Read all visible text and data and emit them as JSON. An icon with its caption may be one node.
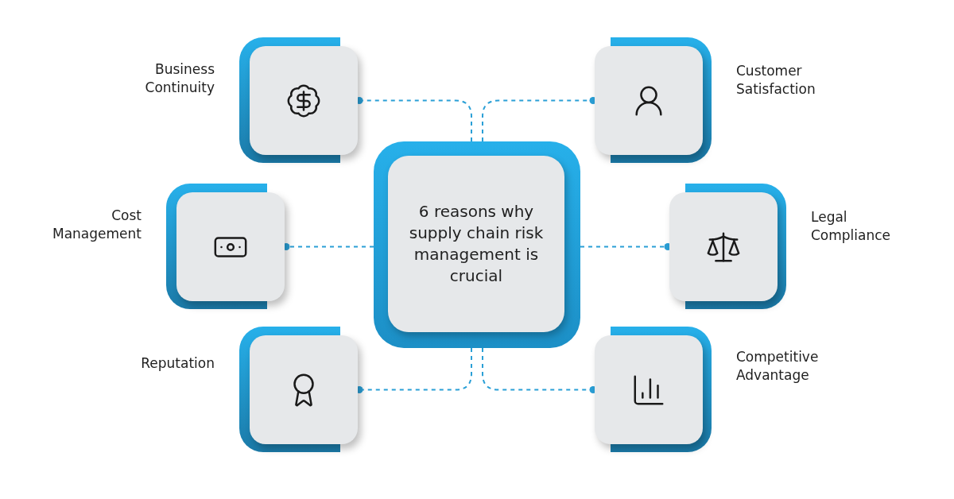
{
  "diagram": {
    "nodes": [
      {
        "text": [
          "6 reasons why supply chain risk management is crucial"
        ]
      },
      {
        "text": [
          "Business Continuity"
        ]
      },
      {
        "text": [
          "Customer Satisfaction"
        ]
      },
      {
        "text": [
          "Cost Management"
        ]
      },
      {
        "text": [
          "Legal Compliance"
        ]
      },
      {
        "text": [
          "Reputation"
        ]
      },
      {
        "text": [
          "Competitive Advantage"
        ]
      }
    ],
    "edges": [
      {
        "from": 0,
        "to": 1,
        "arrow": "other",
        "style": "dashed"
      },
      {
        "from": 0,
        "to": 2,
        "arrow": "other",
        "style": "dashed"
      },
      {
        "from": 0,
        "to": 3,
        "arrow": "other",
        "style": "dashed"
      },
      {
        "from": 0,
        "to": 4,
        "arrow": "other",
        "style": "dashed"
      },
      {
        "from": 0,
        "to": 5,
        "arrow": "other",
        "style": "dashed"
      },
      {
        "from": 0,
        "to": 6,
        "arrow": "other",
        "style": "dashed"
      }
    ]
  }
}
